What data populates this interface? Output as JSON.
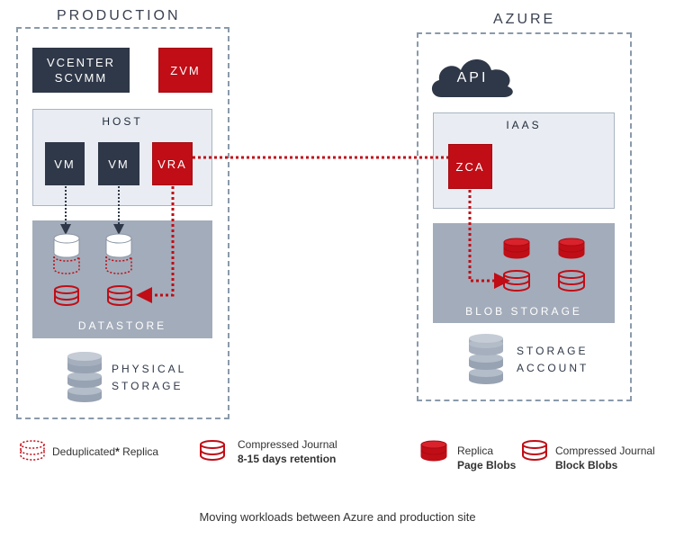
{
  "production": {
    "title": "PRODUCTION",
    "vcenter": "VCENTER",
    "scvmm": "SCVMM",
    "zvm": "ZVM",
    "host": "HOST",
    "vm1": "VM",
    "vm2": "VM",
    "vra": "VRA",
    "datastore": "DATASTORE",
    "physical": "PHYSICAL",
    "storage": "STORAGE"
  },
  "azure": {
    "title": "AZURE",
    "api": "API",
    "iaas": "IAAS",
    "zca": "ZCA",
    "blob_storage": "BLOB STORAGE",
    "storage": "STORAGE",
    "account": "ACCOUNT"
  },
  "legend": {
    "dedup": "Deduplicated",
    "dedup_mark": "*",
    "dedup_rest": " Replica",
    "journal_title": "Compressed Journal",
    "journal_retention": "8-15 days retention",
    "replica_title": "Replica",
    "replica_sub": "Page Blobs",
    "journal2_title": "Compressed Journal",
    "journal2_sub": "Block Blobs"
  },
  "caption": "Moving workloads between Azure and production site",
  "colors": {
    "red": "#c00d16",
    "dark": "#2f3848",
    "grey_panel": "#a3acba",
    "light_panel": "#e9edf3",
    "dash_border": "#8a9aaa"
  },
  "icons": {
    "cloud": "cloud-icon",
    "disk": "disk-icon",
    "server_stack": "server-stack-icon"
  }
}
